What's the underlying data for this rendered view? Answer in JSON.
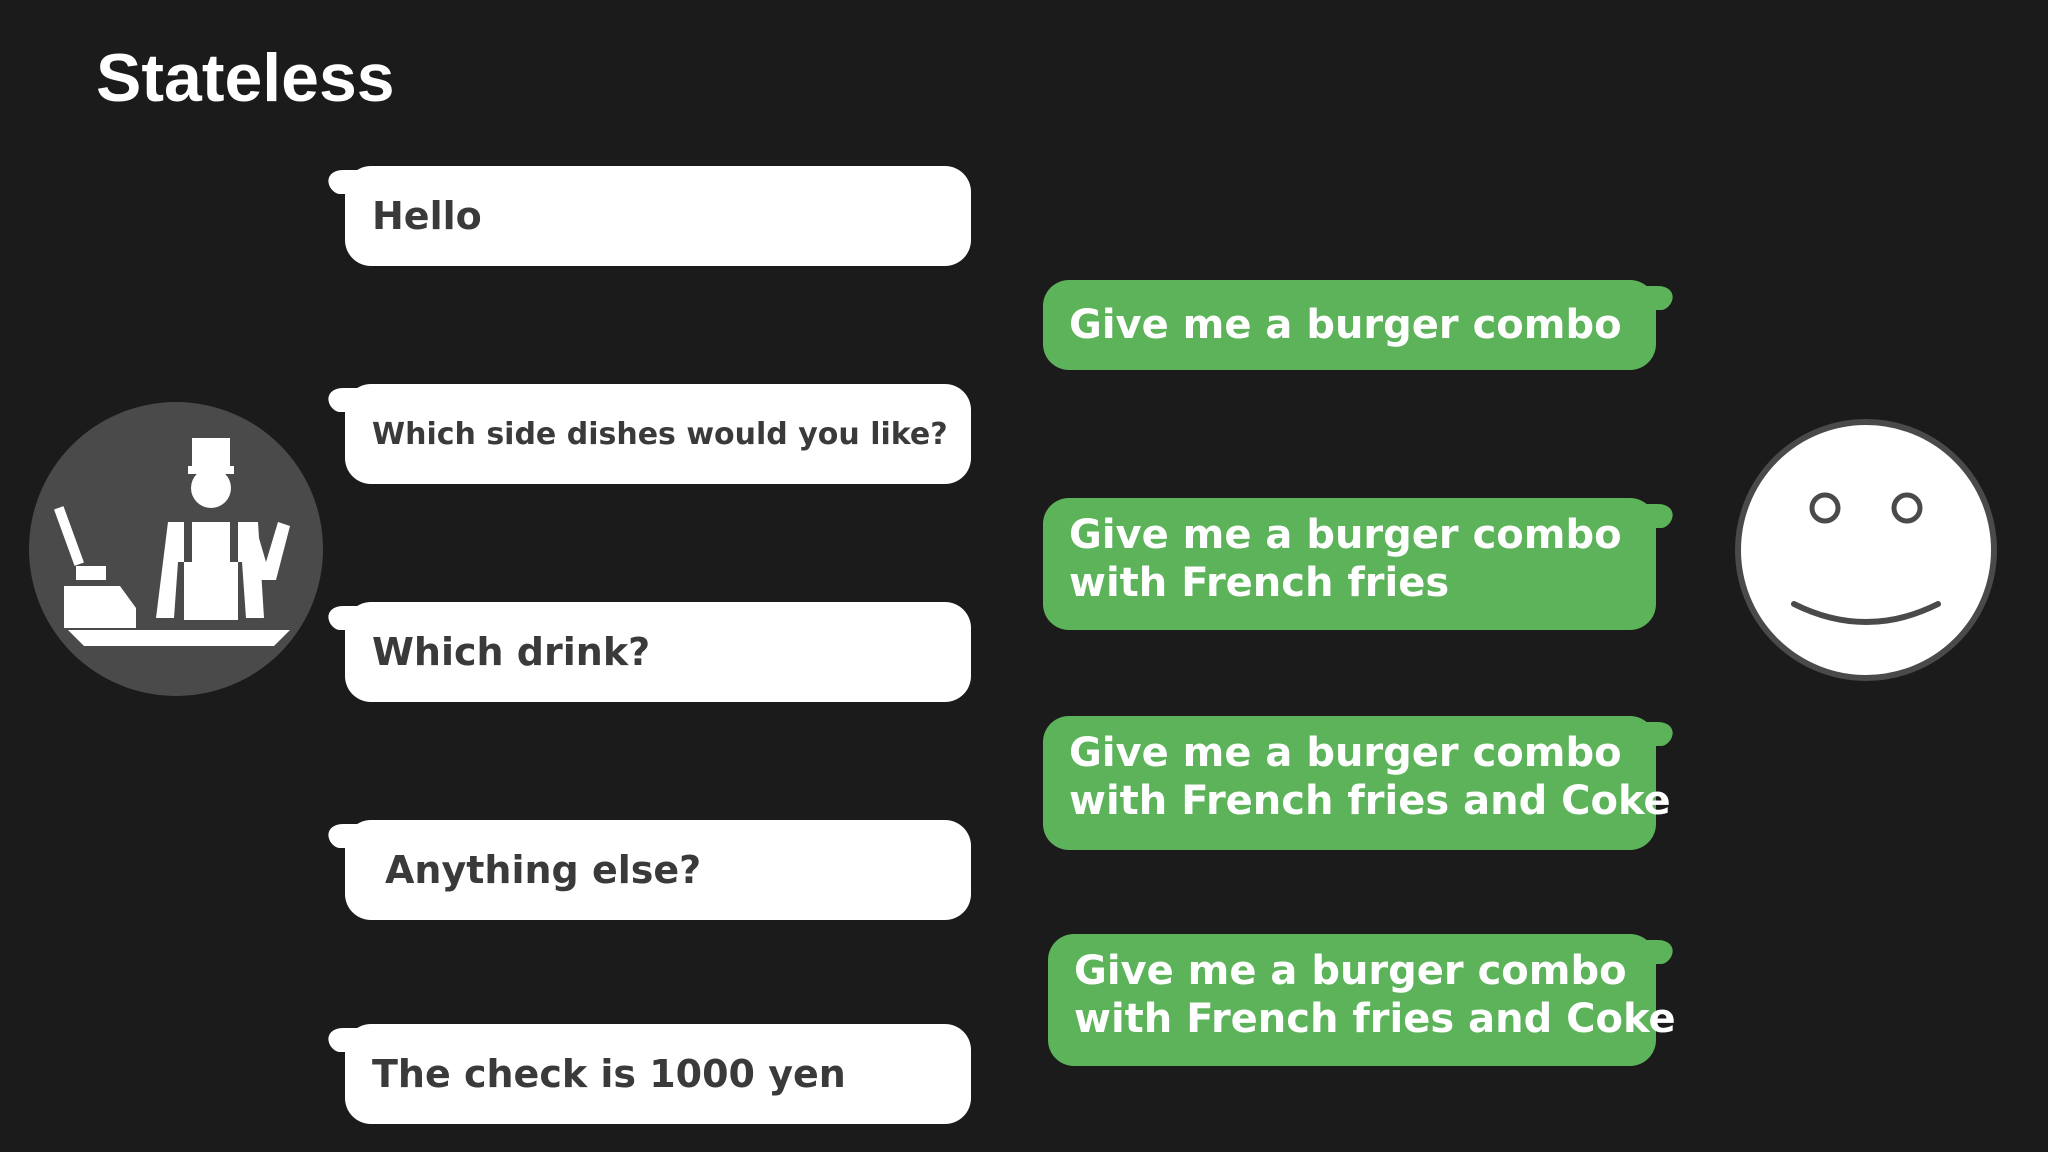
{
  "title": "Stateless",
  "clerk_messages": [
    "Hello",
    "Which side dishes would you like?",
    "Which drink?",
    "Anything else?",
    "The check is 1000 yen"
  ],
  "customer_messages": [
    [
      "Give me a burger combo"
    ],
    [
      "Give me a burger combo",
      "with French fries"
    ],
    [
      "Give me a burger combo",
      "with French fries and Coke"
    ],
    [
      "Give me a burger combo",
      "with French fries and Coke"
    ]
  ],
  "icons": {
    "clerk": "store-clerk-icon",
    "customer": "smiley-face-icon"
  },
  "colors": {
    "background": "#1b1b1c",
    "clerk_bubble": "#ffffff",
    "customer_bubble": "#5cb35a",
    "clerk_icon_circle": "#4a4a4a"
  }
}
